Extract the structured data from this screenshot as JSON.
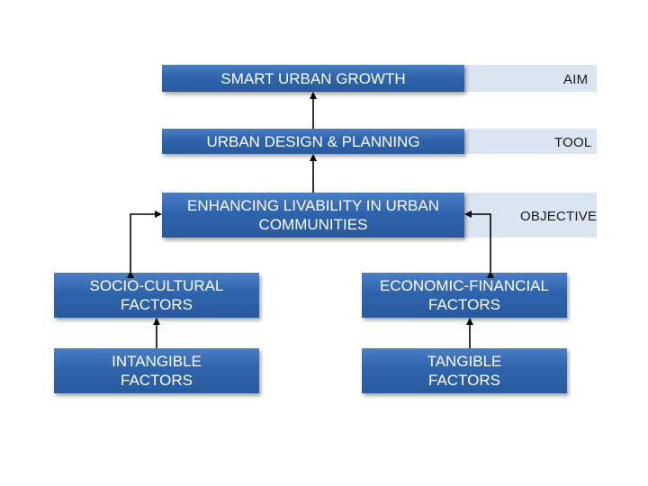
{
  "levels": {
    "aim": "AIM",
    "tool": "TOOL",
    "objective": "OBJECTIVE"
  },
  "boxes": {
    "smart_growth": [
      "SMART URBAN GROWTH"
    ],
    "design_planning": [
      "URBAN DESIGN & PLANNING"
    ],
    "livability": [
      "ENHANCING LIVABILITY IN URBAN",
      "COMMUNITIES"
    ],
    "socio_cultural": [
      "SOCIO-CULTURAL",
      "FACTORS"
    ],
    "economic_financial": [
      "ECONOMIC-FINANCIAL",
      "FACTORS"
    ],
    "intangible": [
      "INTANGIBLE",
      "FACTORS"
    ],
    "tangible": [
      "TANGIBLE",
      "FACTORS"
    ]
  },
  "colors": {
    "box_fill": "#2e64ad",
    "label_band": "#dbe5f1",
    "connector": "#000000"
  }
}
